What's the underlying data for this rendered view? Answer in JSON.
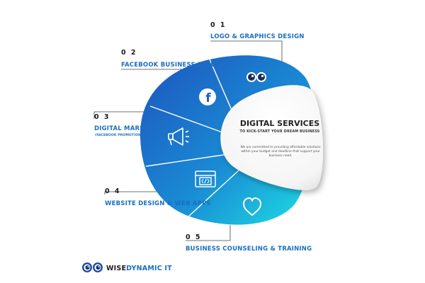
{
  "center": {
    "title": "DIGITAL SERVICES",
    "subtitle": "TO KICK-START YOUR DREAM BUSINESS",
    "description": "We are committed to providing affordable solutions within your budget and deadline that support your business need."
  },
  "services": [
    {
      "number": "0 1",
      "title": "LOGO & GRAPHICS DESIGN",
      "icon": "eyes-icon"
    },
    {
      "number": "0 2",
      "title": "FACEBOOK BUSINESS SETUP",
      "icon": "facebook-icon"
    },
    {
      "number": "0 3",
      "title": "DIGITAL MARKETING",
      "subtitle": "(FACEBOOK PROMOTION/ BOOST)",
      "icon": "megaphone-icon"
    },
    {
      "number": "0 4",
      "title": "WEBSITE DESIGN & WEB APPS",
      "icon": "browser-code-icon"
    },
    {
      "number": "0 5",
      "title": "BUSINESS COUNSELING & TRAINING",
      "icon": "heart-icon"
    }
  ],
  "brand": {
    "name_part1": "WISE",
    "name_part2": "DYNAMIC IT",
    "logo": "eyes-logo-icon"
  },
  "colors": {
    "blue_dark": "#1b5fc0",
    "blue_mid": "#1a8fd6",
    "cyan": "#1fd6e0",
    "text_blue": "#1b6fc2",
    "connector": "#444444"
  }
}
